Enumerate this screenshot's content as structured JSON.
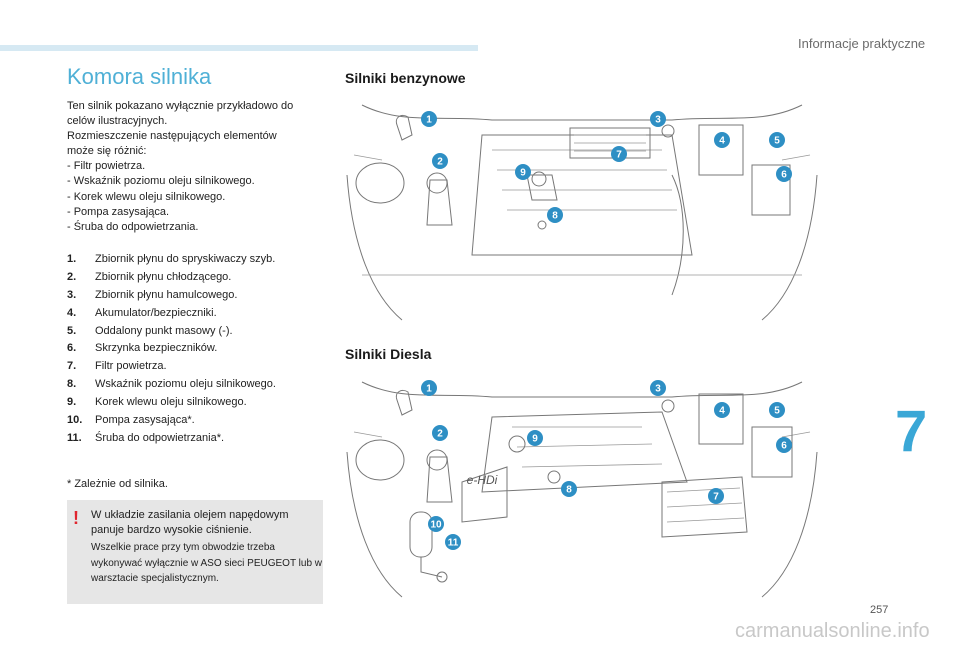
{
  "header": {
    "section": "Informacje praktyczne"
  },
  "title": "Komora silnika",
  "intro": [
    "Ten silnik pokazano wyłącznie przykładowo do",
    "celów ilustracyjnych.",
    "Rozmieszczenie następujących elementów",
    "może się różnić:",
    "-   Filtr powietrza.",
    "-   Wskaźnik poziomu oleju silnikowego.",
    "-   Korek wlewu oleju silnikowego.",
    "-   Pompa zasysająca.",
    "-   Śruba do odpowietrzania."
  ],
  "items": [
    {
      "num": "1.",
      "text": "Zbiornik płynu do spryskiwaczy szyb."
    },
    {
      "num": "2.",
      "text": "Zbiornik płynu chłodzącego."
    },
    {
      "num": "3.",
      "text": "Zbiornik płynu hamulcowego."
    },
    {
      "num": "4.",
      "text": "Akumulator/bezpieczniki."
    },
    {
      "num": "5.",
      "text": "Oddalony punkt masowy (-)."
    },
    {
      "num": "6.",
      "text": "Skrzynka bezpieczników."
    },
    {
      "num": "7.",
      "text": "Filtr powietrza."
    },
    {
      "num": "8.",
      "text": "Wskaźnik poziomu oleju silnikowego."
    },
    {
      "num": "9.",
      "text": "Korek wlewu oleju silnikowego."
    },
    {
      "num": "10.",
      "text": "Pompa zasysająca*."
    },
    {
      "num": "11.",
      "text": "Śruba do odpowietrzania*."
    }
  ],
  "footnote": "*  Zależnie od silnika.",
  "warning": {
    "mark": "!",
    "main": "W układzie zasilania olejem napędowym panuje bardzo wysokie ciśnienie.",
    "sub": "Wszelkie prace przy tym obwodzie trzeba wykonywać wyłącznie w ASO sieci PEUGEOT lub w warsztacie specjalistycznym."
  },
  "petrol": {
    "heading": "Silniki benzynowe",
    "callouts": [
      "1",
      "2",
      "3",
      "4",
      "5",
      "6",
      "7",
      "8",
      "9"
    ]
  },
  "diesel": {
    "heading": "Silniki Diesla",
    "badge": "e-HDi",
    "callouts": [
      "1",
      "2",
      "3",
      "4",
      "5",
      "6",
      "7",
      "8",
      "9",
      "10",
      "11"
    ]
  },
  "chapter": "7",
  "page_number": "257",
  "watermark": "carmanualsonline.info",
  "colors": {
    "accent": "#3aa7d6",
    "callout": "#2e8fc4",
    "warning": "#e0262f"
  }
}
